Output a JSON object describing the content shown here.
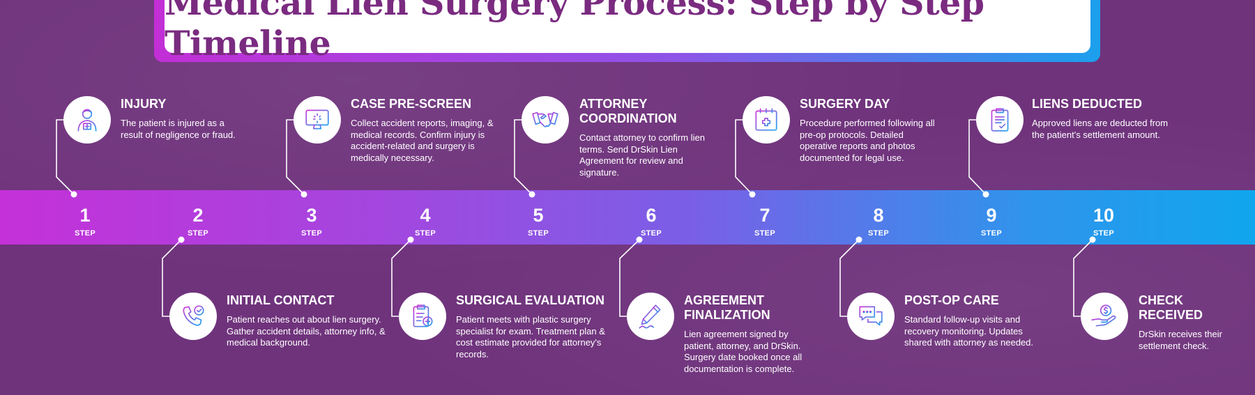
{
  "title": "Medical Lien Surgery Process: Step by Step Timeline",
  "step_label": "STEP",
  "colors": {
    "background": "#6f337c",
    "title_text": "#7a2b80",
    "band_start": "#c431d8",
    "band_end": "#10a6ee"
  },
  "steps": [
    {
      "num": "1",
      "title": "INJURY",
      "desc": "The patient is injured as a result of negligence or fraud.",
      "icon": "injured-person-icon",
      "position": "top"
    },
    {
      "num": "2",
      "title": "INITIAL CONTACT",
      "desc": "Patient reaches out about lien surgery. Gather accident details, attorney info, & medical background.",
      "icon": "phone-check-icon",
      "position": "bottom"
    },
    {
      "num": "3",
      "title": "CASE PRE-SCREEN",
      "desc": "Collect accident reports, imaging, & medical records. Confirm injury is accident-related and surgery is medically necessary.",
      "icon": "monitor-icon",
      "position": "top"
    },
    {
      "num": "4",
      "title": "SURGICAL EVALUATION",
      "desc": "Patient meets with plastic surgery specialist for exam. Treatment plan & cost estimate provided for attorney's records.",
      "icon": "clipboard-plus-icon",
      "position": "bottom"
    },
    {
      "num": "5",
      "title": "ATTORNEY COORDINATION",
      "desc": "Contact attorney to confirm lien terms. Send DrSkin Lien Agreement for review and signature.",
      "icon": "handshake-icon",
      "position": "top"
    },
    {
      "num": "6",
      "title": "AGREEMENT FINALIZATION",
      "desc": "Lien agreement signed by patient, attorney, and DrSkin. Surgery date booked once all documentation is complete.",
      "icon": "pen-signature-icon",
      "position": "bottom"
    },
    {
      "num": "7",
      "title": "SURGERY DAY",
      "desc": "Procedure performed following all pre-op protocols. Detailed operative reports and photos documented for legal use.",
      "icon": "calendar-medical-icon",
      "position": "top"
    },
    {
      "num": "8",
      "title": "POST-OP CARE",
      "desc": "Standard follow-up visits and recovery monitoring. Updates shared with attorney as needed.",
      "icon": "chat-bubbles-icon",
      "position": "bottom"
    },
    {
      "num": "9",
      "title": "LIENS DEDUCTED",
      "desc": "Approved liens are deducted from the patient's settlement amount.",
      "icon": "clipboard-check-icon",
      "position": "top"
    },
    {
      "num": "10",
      "title": "CHECK RECEIVED",
      "desc": "DrSkin receives their settlement check.",
      "icon": "hand-coin-icon",
      "position": "bottom"
    }
  ]
}
